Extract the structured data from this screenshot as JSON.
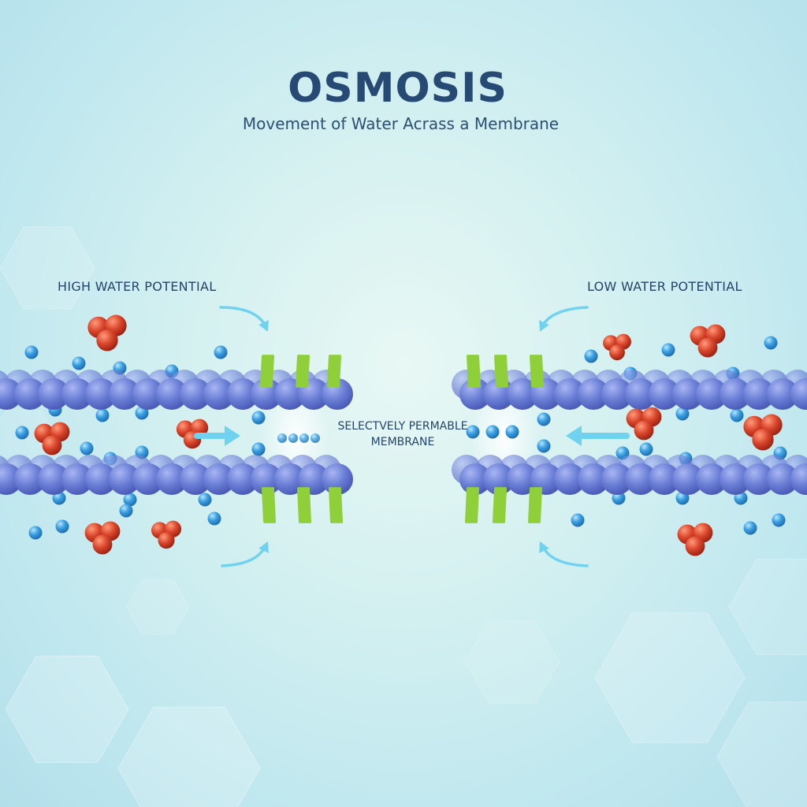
{
  "title": "OSMOSIS",
  "subtitle": "Movement of Water Acrass a Membrane",
  "labels": {
    "left": "HIGH WATER POTENTIAL",
    "right": "LOW WATER POTENTIAL",
    "membrane_line1": "SELECTVELY PERMABLE",
    "membrane_line2": "MEMBRANE"
  },
  "colors": {
    "background": "#c9ecef",
    "title": "#274a74",
    "lipid_head": "#6b7fd6",
    "protein_channel": "#8fcf3a",
    "water_molecule": "#3a9fe0",
    "solute_molecule": "#d9452b",
    "flow_arrow": "#6fd3f0"
  },
  "icons": [
    "water-molecule-icon",
    "solute-molecule-icon",
    "flow-arrow-icon",
    "protein-channel-icon"
  ]
}
